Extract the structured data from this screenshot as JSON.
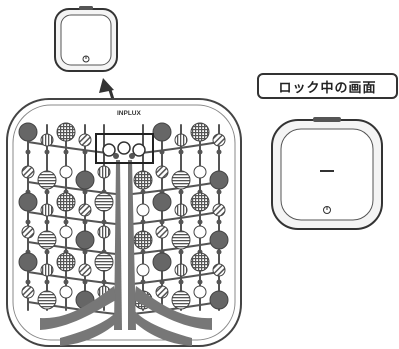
{
  "lock_screen_label": "ロック中の画面",
  "device_brand": "INPLUX",
  "icons": {
    "small_device": "power-button-device-icon",
    "lock_screen_device": "locked-device-icon",
    "pointer_arrow": "up-arrow-icon",
    "panel": "tree-pattern-panel"
  }
}
